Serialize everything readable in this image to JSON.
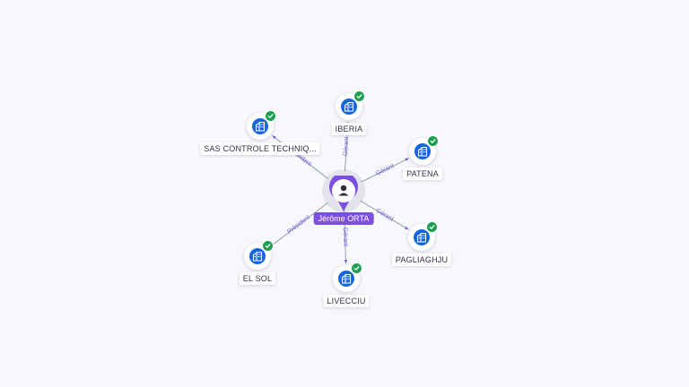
{
  "colors": {
    "accent": "#7b4fe0",
    "company_icon": "#1565e0",
    "verified": "#1e9e52",
    "edge_label": "#6f63d9",
    "edge_line": "#8c93a3"
  },
  "center": {
    "name": "Jérôme ORTA",
    "icon": "person-icon"
  },
  "nodes": [
    {
      "id": "iberia",
      "label": "IBERIA",
      "icon": "building-icon",
      "verified": true
    },
    {
      "id": "patena",
      "label": "PATENA",
      "icon": "building-icon",
      "verified": true
    },
    {
      "id": "pagliaghju",
      "label": "PAGLIAGHJU",
      "icon": "building-icon",
      "verified": true
    },
    {
      "id": "livecciu",
      "label": "LIVECCIU",
      "icon": "building-icon",
      "verified": true
    },
    {
      "id": "el-sol",
      "label": "EL SOL",
      "icon": "building-icon",
      "verified": true
    },
    {
      "id": "sas-controle",
      "label": "SAS CONTROLE TECHNIQ...",
      "icon": "building-icon",
      "verified": true
    }
  ],
  "edges": [
    {
      "to": "iberia",
      "label": "Gérant"
    },
    {
      "to": "patena",
      "label": "Gérant"
    },
    {
      "to": "pagliaghju",
      "label": "Gérant"
    },
    {
      "to": "livecciu",
      "label": "Gérant"
    },
    {
      "to": "el-sol",
      "label": "Président"
    },
    {
      "to": "sas-controle",
      "label": "Président"
    }
  ]
}
